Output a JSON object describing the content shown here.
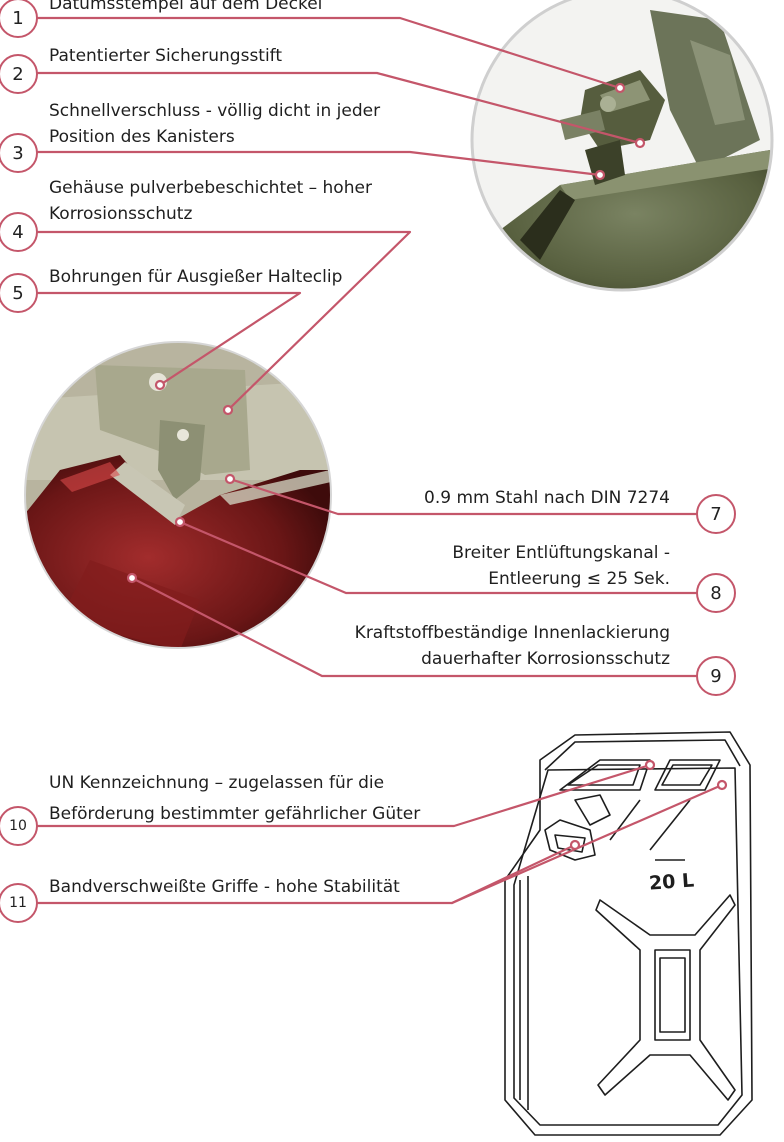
{
  "accent_color": "#c4566a",
  "callouts": [
    {
      "num": "1",
      "lines": [
        "Datumsstempel auf dem Deckel"
      ]
    },
    {
      "num": "2",
      "lines": [
        "Patentierter Sicherungsstift"
      ]
    },
    {
      "num": "3",
      "lines": [
        "Schnellverschluss - völlig dicht in jeder",
        "Position des Kanisters"
      ]
    },
    {
      "num": "4",
      "lines": [
        "Gehäuse pulverbebeschichtet – hoher",
        "Korrosionsschutz"
      ]
    },
    {
      "num": "5",
      "lines": [
        "Bohrungen für Ausgießer Halteclip"
      ]
    },
    {
      "num": "7",
      "lines": [
        "0.9 mm Stahl nach DIN 7274"
      ]
    },
    {
      "num": "8",
      "lines": [
        "Breiter Entlüftungskanal -",
        "Entleerung ≤ 25 Sek."
      ]
    },
    {
      "num": "9",
      "lines": [
        "Kraftstoffbeständige Innenlackierung",
        "dauerhafter Korrosionsschutz"
      ]
    },
    {
      "num": "10",
      "lines": [
        "UN Kennzeichnung – zugelassen für die",
        "Beförderung bestimmter gefährlicher Güter"
      ]
    },
    {
      "num": "11",
      "lines": [
        "Bandverschweißte Griffe - hohe Stabilität"
      ]
    }
  ],
  "drawing": {
    "capacity_label": "20 L"
  }
}
